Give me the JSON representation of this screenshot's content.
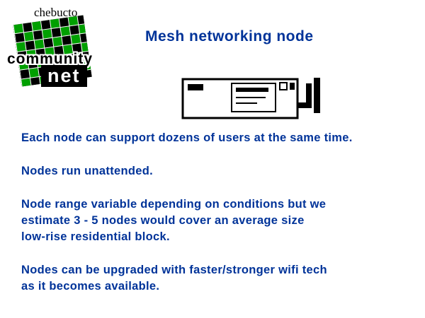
{
  "slide": {
    "title": "Mesh networking node",
    "paragraphs": [
      "Each node can support dozens of users at the same time.",
      "Nodes run unattended.",
      "Node range variable depending on conditions but we\nestimate 3 - 5 nodes would cover an average size\nlow-rise residential block.",
      "Nodes can be upgraded with faster/stronger wifi tech\nas it becomes available."
    ],
    "text_color": "#003399"
  },
  "logo": {
    "top": "chebucto",
    "middle": "community",
    "bottom": "net",
    "green": "#00a000",
    "black": "#000000"
  }
}
